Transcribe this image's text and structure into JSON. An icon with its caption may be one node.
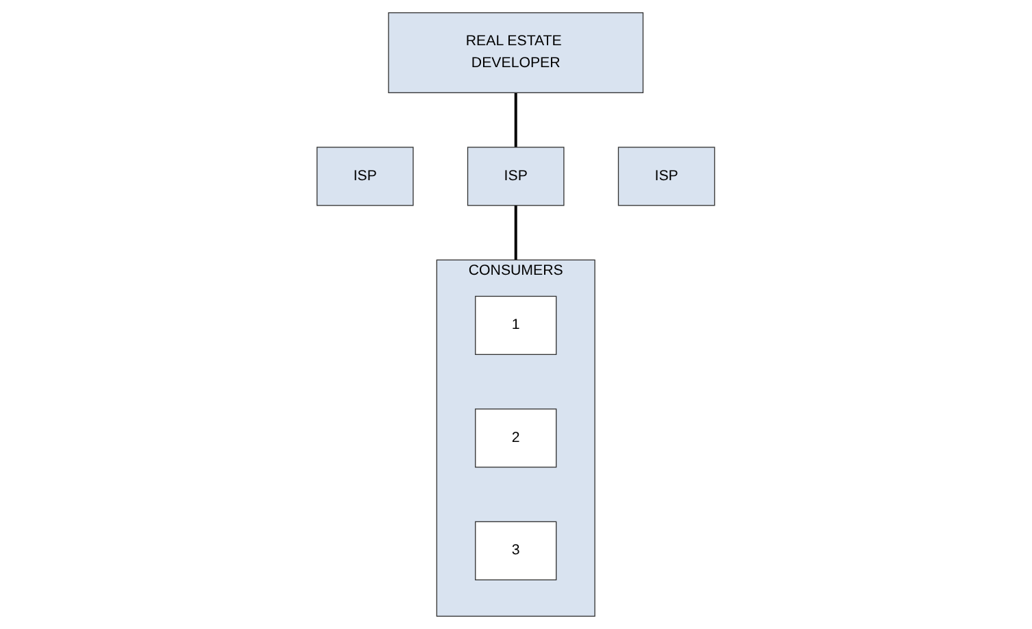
{
  "diagram": {
    "nodes": [
      {
        "text": [
          "REAL ESTATE DEVELOPER"
        ]
      },
      {
        "text": [
          "ISP"
        ]
      },
      {
        "text": [
          "ISP"
        ]
      },
      {
        "text": [
          "ISP"
        ]
      },
      {
        "text": [
          "CONSUMERS"
        ]
      },
      {
        "text": [
          "1"
        ],
        "in": 4
      },
      {
        "text": [
          "2"
        ],
        "in": 4
      },
      {
        "text": [
          "3"
        ],
        "in": 4
      }
    ],
    "edges": [
      {
        "from": 0,
        "to": 2,
        "arrow": "none"
      },
      {
        "from": 2,
        "to": 4,
        "arrow": "none"
      }
    ]
  }
}
